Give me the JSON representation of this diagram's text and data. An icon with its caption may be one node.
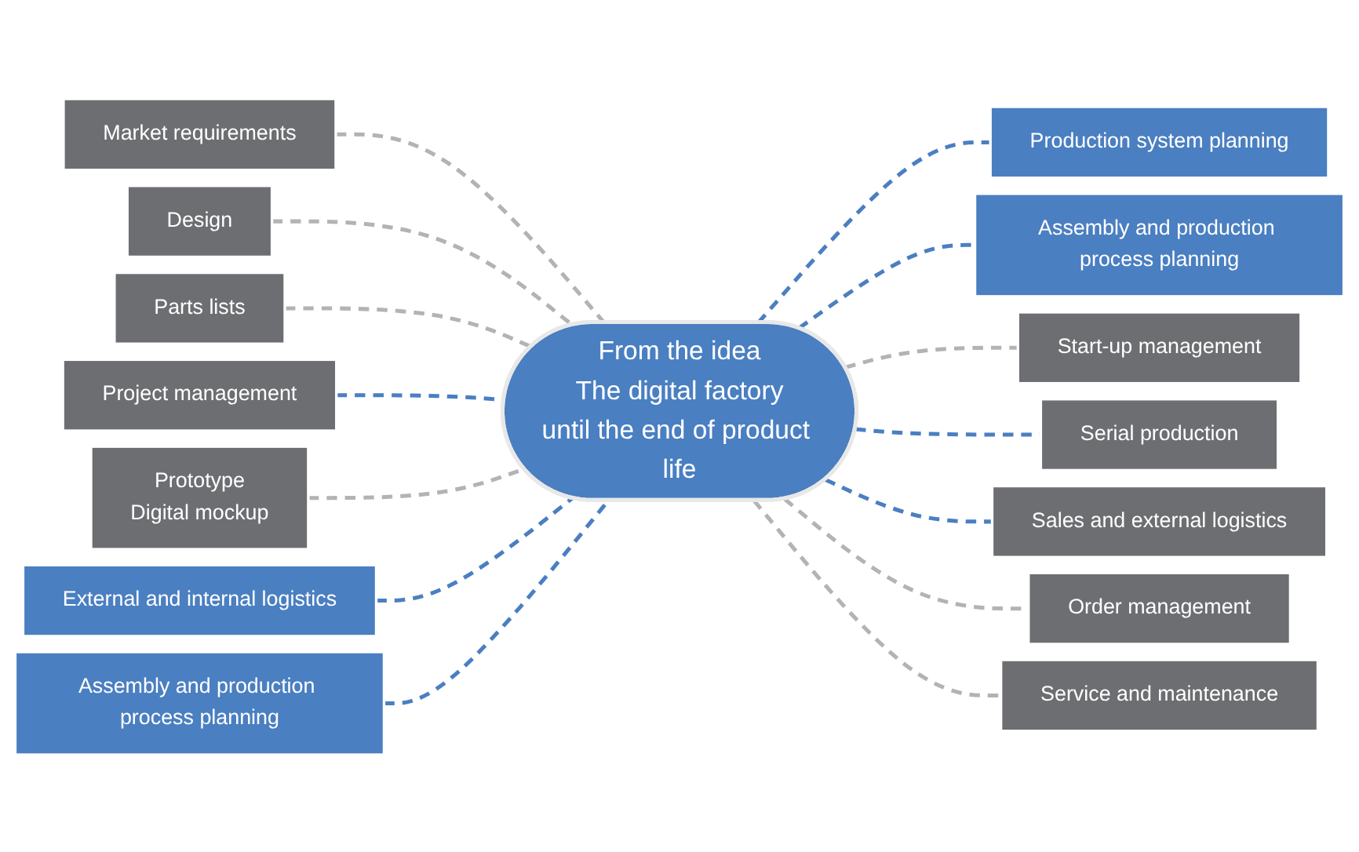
{
  "diagram": {
    "nodes": [
      {
        "text": [
          "From the idea",
          "The digital factory",
          "until the end of product life"
        ]
      },
      {
        "text": [
          "Market requirements"
        ]
      },
      {
        "text": [
          "Design"
        ]
      },
      {
        "text": [
          "Parts lists"
        ]
      },
      {
        "text": [
          "Project management"
        ]
      },
      {
        "text": [
          "Prototype",
          "Digital mockup"
        ]
      },
      {
        "text": [
          "External and internal logistics"
        ]
      },
      {
        "text": [
          "Assembly and production process planning"
        ]
      },
      {
        "text": [
          "Production system planning"
        ]
      },
      {
        "text": [
          "Assembly and production process planning"
        ]
      },
      {
        "text": [
          "Start-up management"
        ]
      },
      {
        "text": [
          "Serial production"
        ]
      },
      {
        "text": [
          "Sales and external logistics"
        ]
      },
      {
        "text": [
          "Order management"
        ]
      },
      {
        "text": [
          "Service and maintenance"
        ]
      }
    ],
    "edges": [
      {
        "from": 1,
        "to": 0,
        "arrow": "none",
        "style": "dashed"
      },
      {
        "from": 2,
        "to": 0,
        "arrow": "none",
        "style": "dashed"
      },
      {
        "from": 3,
        "to": 0,
        "arrow": "none",
        "style": "dashed"
      },
      {
        "from": 4,
        "to": 0,
        "arrow": "none",
        "style": "dashed",
        "color": "#4a7fc1"
      },
      {
        "from": 5,
        "to": 0,
        "arrow": "none",
        "style": "dashed"
      },
      {
        "from": 6,
        "to": 0,
        "arrow": "none",
        "style": "dashed",
        "color": "#4a7fc1"
      },
      {
        "from": 7,
        "to": 0,
        "arrow": "none",
        "style": "dashed",
        "color": "#4a7fc1"
      },
      {
        "from": 0,
        "to": 8,
        "arrow": "none",
        "style": "dashed",
        "color": "#4a7fc1"
      },
      {
        "from": 0,
        "to": 9,
        "arrow": "none",
        "style": "dashed",
        "color": "#4a7fc1"
      },
      {
        "from": 0,
        "to": 10,
        "arrow": "none",
        "style": "dashed"
      },
      {
        "from": 0,
        "to": 11,
        "arrow": "none",
        "style": "dashed",
        "color": "#4a7fc1"
      },
      {
        "from": 0,
        "to": 12,
        "arrow": "none",
        "style": "dashed",
        "color": "#4a7fc1"
      },
      {
        "from": 0,
        "to": 13,
        "arrow": "none",
        "style": "dashed"
      },
      {
        "from": 0,
        "to": 14,
        "arrow": "none",
        "style": "dashed"
      }
    ]
  }
}
